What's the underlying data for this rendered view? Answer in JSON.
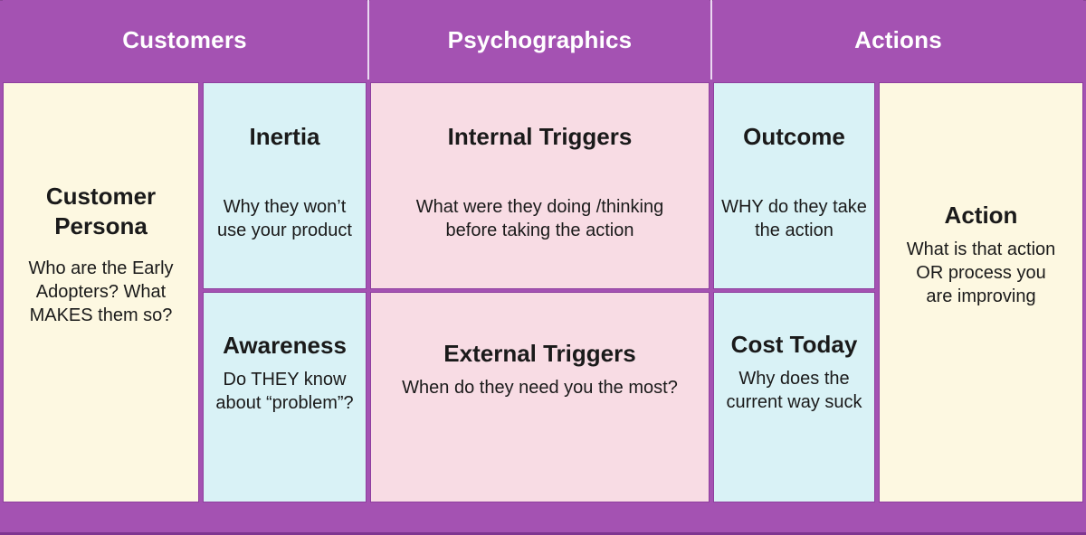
{
  "header": {
    "customers": "Customers",
    "psychographics": "Psychographics",
    "actions": "Actions"
  },
  "cells": {
    "customer_persona": {
      "title": "Customer\nPersona",
      "body": "Who are the Early\nAdopters? What\nMAKES them so?"
    },
    "inertia": {
      "title": "Inertia",
      "body": "Why they won’t\nuse your product"
    },
    "internal_triggers": {
      "title": "Internal Triggers",
      "body": "What were they doing /thinking\nbefore taking the action"
    },
    "outcome": {
      "title": "Outcome",
      "body": "WHY do they take\nthe action"
    },
    "action": {
      "title": "Action",
      "body": "What is that action\nOR process you\nare improving"
    },
    "awareness": {
      "title": "Awareness",
      "body": "Do THEY know\nabout “problem”?"
    },
    "external_triggers": {
      "title": "External Triggers",
      "body": "When do they need you the most?"
    },
    "cost_today": {
      "title": "Cost Today",
      "body": "Why does the\ncurrent way suck"
    }
  },
  "colors": {
    "purple": "#a452b2",
    "border_purple": "#8f3f9f",
    "bottom_edge": "#7e3590",
    "header_divider": "#ead9f1",
    "cream": "#fdf8e1",
    "blue": "#d9f2f6",
    "pink": "#f8dce4",
    "text": "#1a1a1a",
    "header_text": "#ffffff"
  }
}
